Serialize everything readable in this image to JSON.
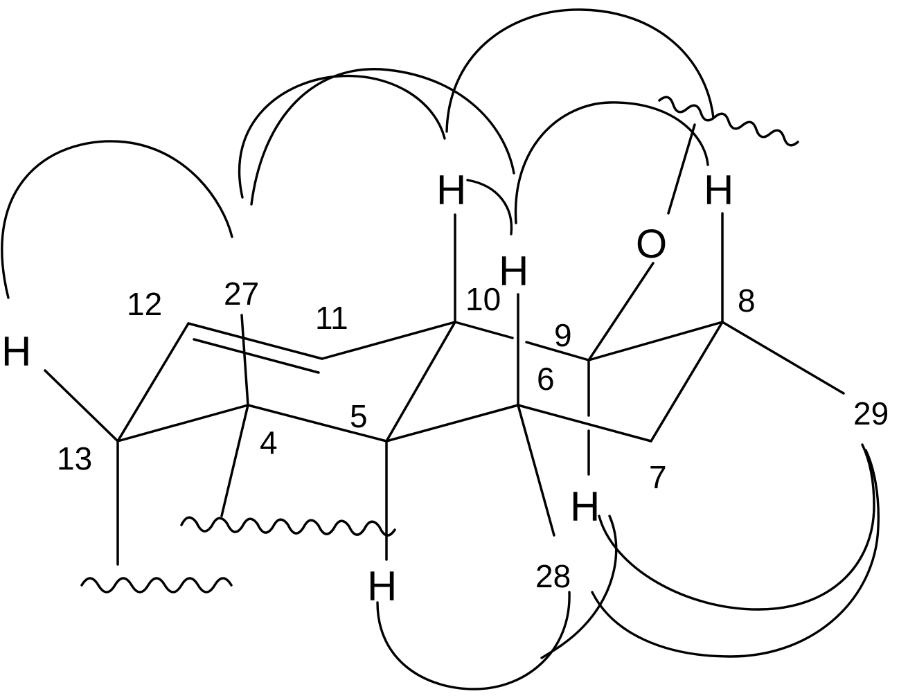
{
  "figure": {
    "atoms": {
      "h_left": "H",
      "h_10": "H",
      "h_6": "H",
      "h_8": "H",
      "h_9": "H",
      "h_5": "H",
      "oxygen": "O"
    },
    "carbon_labels": {
      "c4": "4",
      "c5": "5",
      "c6": "6",
      "c7": "7",
      "c8": "8",
      "c9": "9",
      "c10": "10",
      "c11": "11",
      "c12": "12",
      "c13": "13",
      "c27": "27",
      "c28": "28",
      "c29": "29"
    },
    "colors": {
      "ink": "#000000",
      "background": "#ffffff"
    }
  }
}
